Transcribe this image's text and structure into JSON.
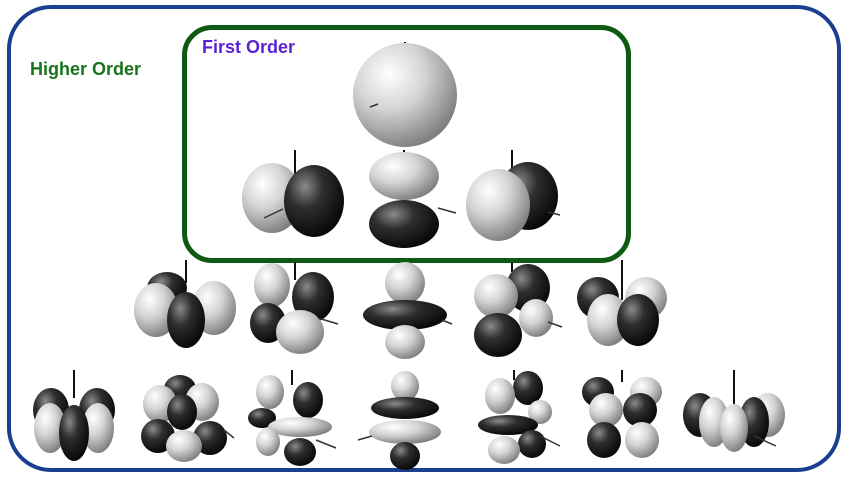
{
  "labels": {
    "higher_order": "Higher Order",
    "first_order": "First Order"
  },
  "colors": {
    "outer_frame": "#1b3f8f",
    "inner_frame": "#0e5a12",
    "higher_order_text": "#18741a",
    "first_order_text": "#5b22d6",
    "positive_lobe": "#d9d9d9",
    "negative_lobe": "#2a2a2a"
  },
  "harmonic_rows": [
    {
      "order": 0,
      "count": 1
    },
    {
      "order": 1,
      "count": 3
    },
    {
      "order": 2,
      "count": 5
    },
    {
      "order": 3,
      "count": 7
    }
  ]
}
